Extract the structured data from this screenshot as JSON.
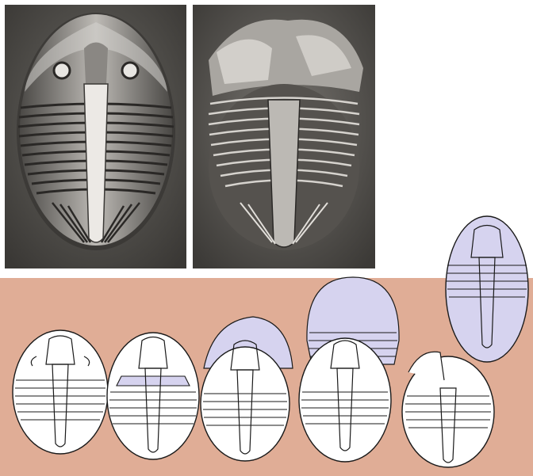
{
  "figure": {
    "photos": [
      {
        "name": "dorsal-exoskeleton-photo",
        "kind": "photograph"
      },
      {
        "name": "molted-exoskeleton-photo",
        "kind": "photograph"
      }
    ],
    "molting_sequence": {
      "stage_count": 5,
      "stages": [
        {
          "stage": 1,
          "state": "intact exoskeleton"
        },
        {
          "stage": 2,
          "state": "cephalic suture begins to open"
        },
        {
          "stage": 3,
          "state": "soft body emerging from head shield"
        },
        {
          "stage": 4,
          "state": "new body largely withdrawn"
        },
        {
          "stage": 5,
          "state": "animal free above discarded exuvia"
        }
      ]
    },
    "colors": {
      "sediment": "#e0ad96",
      "new_body": "#d6d3ef",
      "outline": "#1a1a1a",
      "photo_dark": "#3a3835",
      "photo_light": "#c8c6c2"
    }
  }
}
